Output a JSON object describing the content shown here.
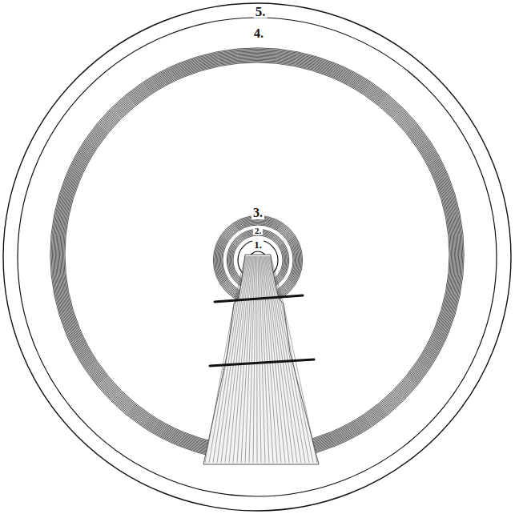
{
  "diagram": {
    "labels": [
      "5.",
      "4.",
      "3.",
      "2.",
      "1."
    ]
  }
}
